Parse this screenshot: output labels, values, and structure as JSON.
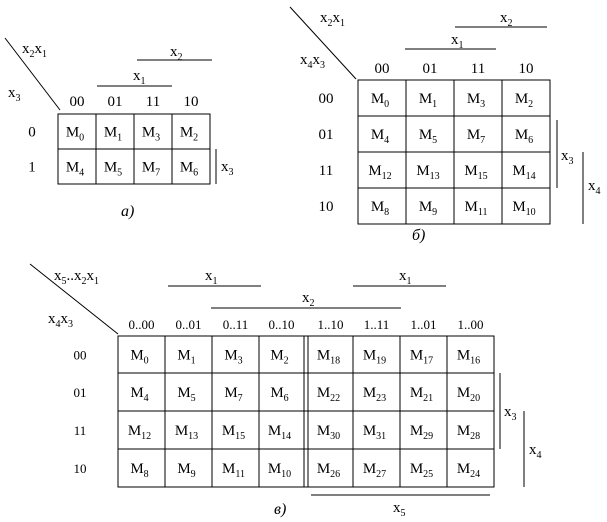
{
  "map_a": {
    "corner_top": "x2x1",
    "corner_left": "x3",
    "col_codes": [
      "00",
      "01",
      "11",
      "10"
    ],
    "row_codes": [
      "0",
      "1"
    ],
    "cells": [
      [
        "M0",
        "M1",
        "M3",
        "M2"
      ],
      [
        "M4",
        "M5",
        "M7",
        "M6"
      ]
    ],
    "span_x1": "x1",
    "span_x2": "x2",
    "span_x3": "x3",
    "caption": "а)"
  },
  "map_b": {
    "corner_top": "x2x1",
    "corner_left": "x4x3",
    "col_codes": [
      "00",
      "01",
      "11",
      "10"
    ],
    "row_codes": [
      "00",
      "01",
      "11",
      "10"
    ],
    "cells": [
      [
        "M0",
        "M1",
        "M3",
        "M2"
      ],
      [
        "M4",
        "M5",
        "M7",
        "M6"
      ],
      [
        "M12",
        "M13",
        "M15",
        "M14"
      ],
      [
        "M8",
        "M9",
        "M11",
        "M10"
      ]
    ],
    "span_x1": "x1",
    "span_x2": "x2",
    "span_x3": "x3",
    "span_x4": "x4",
    "caption": "б)"
  },
  "map_c": {
    "corner_top": "x5..x2x1",
    "corner_left": "x4x3",
    "col_codes": [
      "0..00",
      "0..01",
      "0..11",
      "0..10",
      "1..10",
      "1..11",
      "1..01",
      "1..00"
    ],
    "row_codes": [
      "00",
      "01",
      "11",
      "10"
    ],
    "cells": [
      [
        "M0",
        "M1",
        "M3",
        "M2",
        "M18",
        "M19",
        "M17",
        "M16"
      ],
      [
        "M4",
        "M5",
        "M7",
        "M6",
        "M22",
        "M23",
        "M21",
        "M20"
      ],
      [
        "M12",
        "M13",
        "M15",
        "M14",
        "M30",
        "M31",
        "M29",
        "M28"
      ],
      [
        "M8",
        "M9",
        "M11",
        "M10",
        "M26",
        "M27",
        "M25",
        "M24"
      ]
    ],
    "span_x1_left": "x1",
    "span_x1_right": "x1",
    "span_x2": "x2",
    "span_x3": "x3",
    "span_x4": "x4",
    "span_x5": "x5",
    "caption": "в)"
  }
}
